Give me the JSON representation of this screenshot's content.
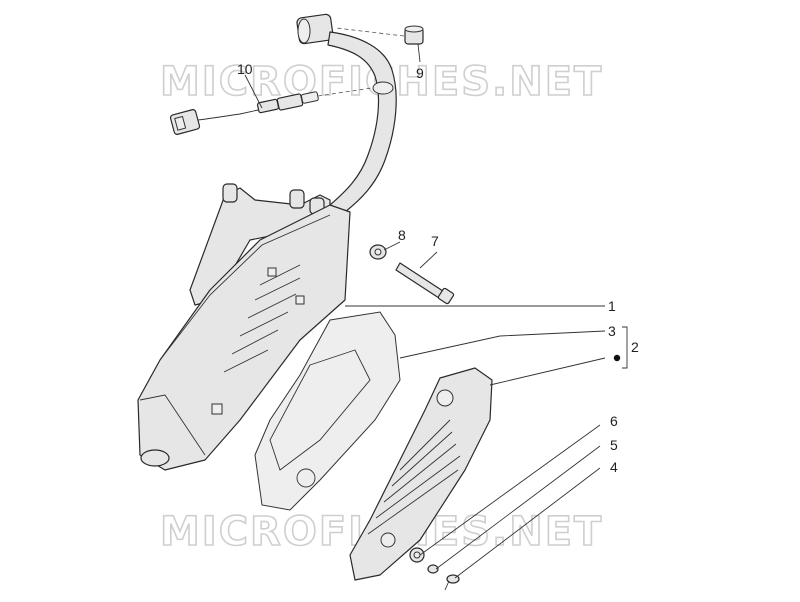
{
  "watermark": {
    "text": "MICROFICHES.NET",
    "color": "#cfcfcf"
  },
  "callouts": [
    {
      "id": "1",
      "label": "1"
    },
    {
      "id": "2",
      "label": "2"
    },
    {
      "id": "3",
      "label": "3"
    },
    {
      "id": "4",
      "label": "4"
    },
    {
      "id": "5",
      "label": "5"
    },
    {
      "id": "6",
      "label": "6"
    },
    {
      "id": "7",
      "label": "7"
    },
    {
      "id": "8",
      "label": "8"
    },
    {
      "id": "9",
      "label": "9"
    },
    {
      "id": "10",
      "label": "10"
    }
  ],
  "colors": {
    "line": "#2a2a2a",
    "part_fill": "#e6e6e6",
    "background": "#ffffff"
  }
}
